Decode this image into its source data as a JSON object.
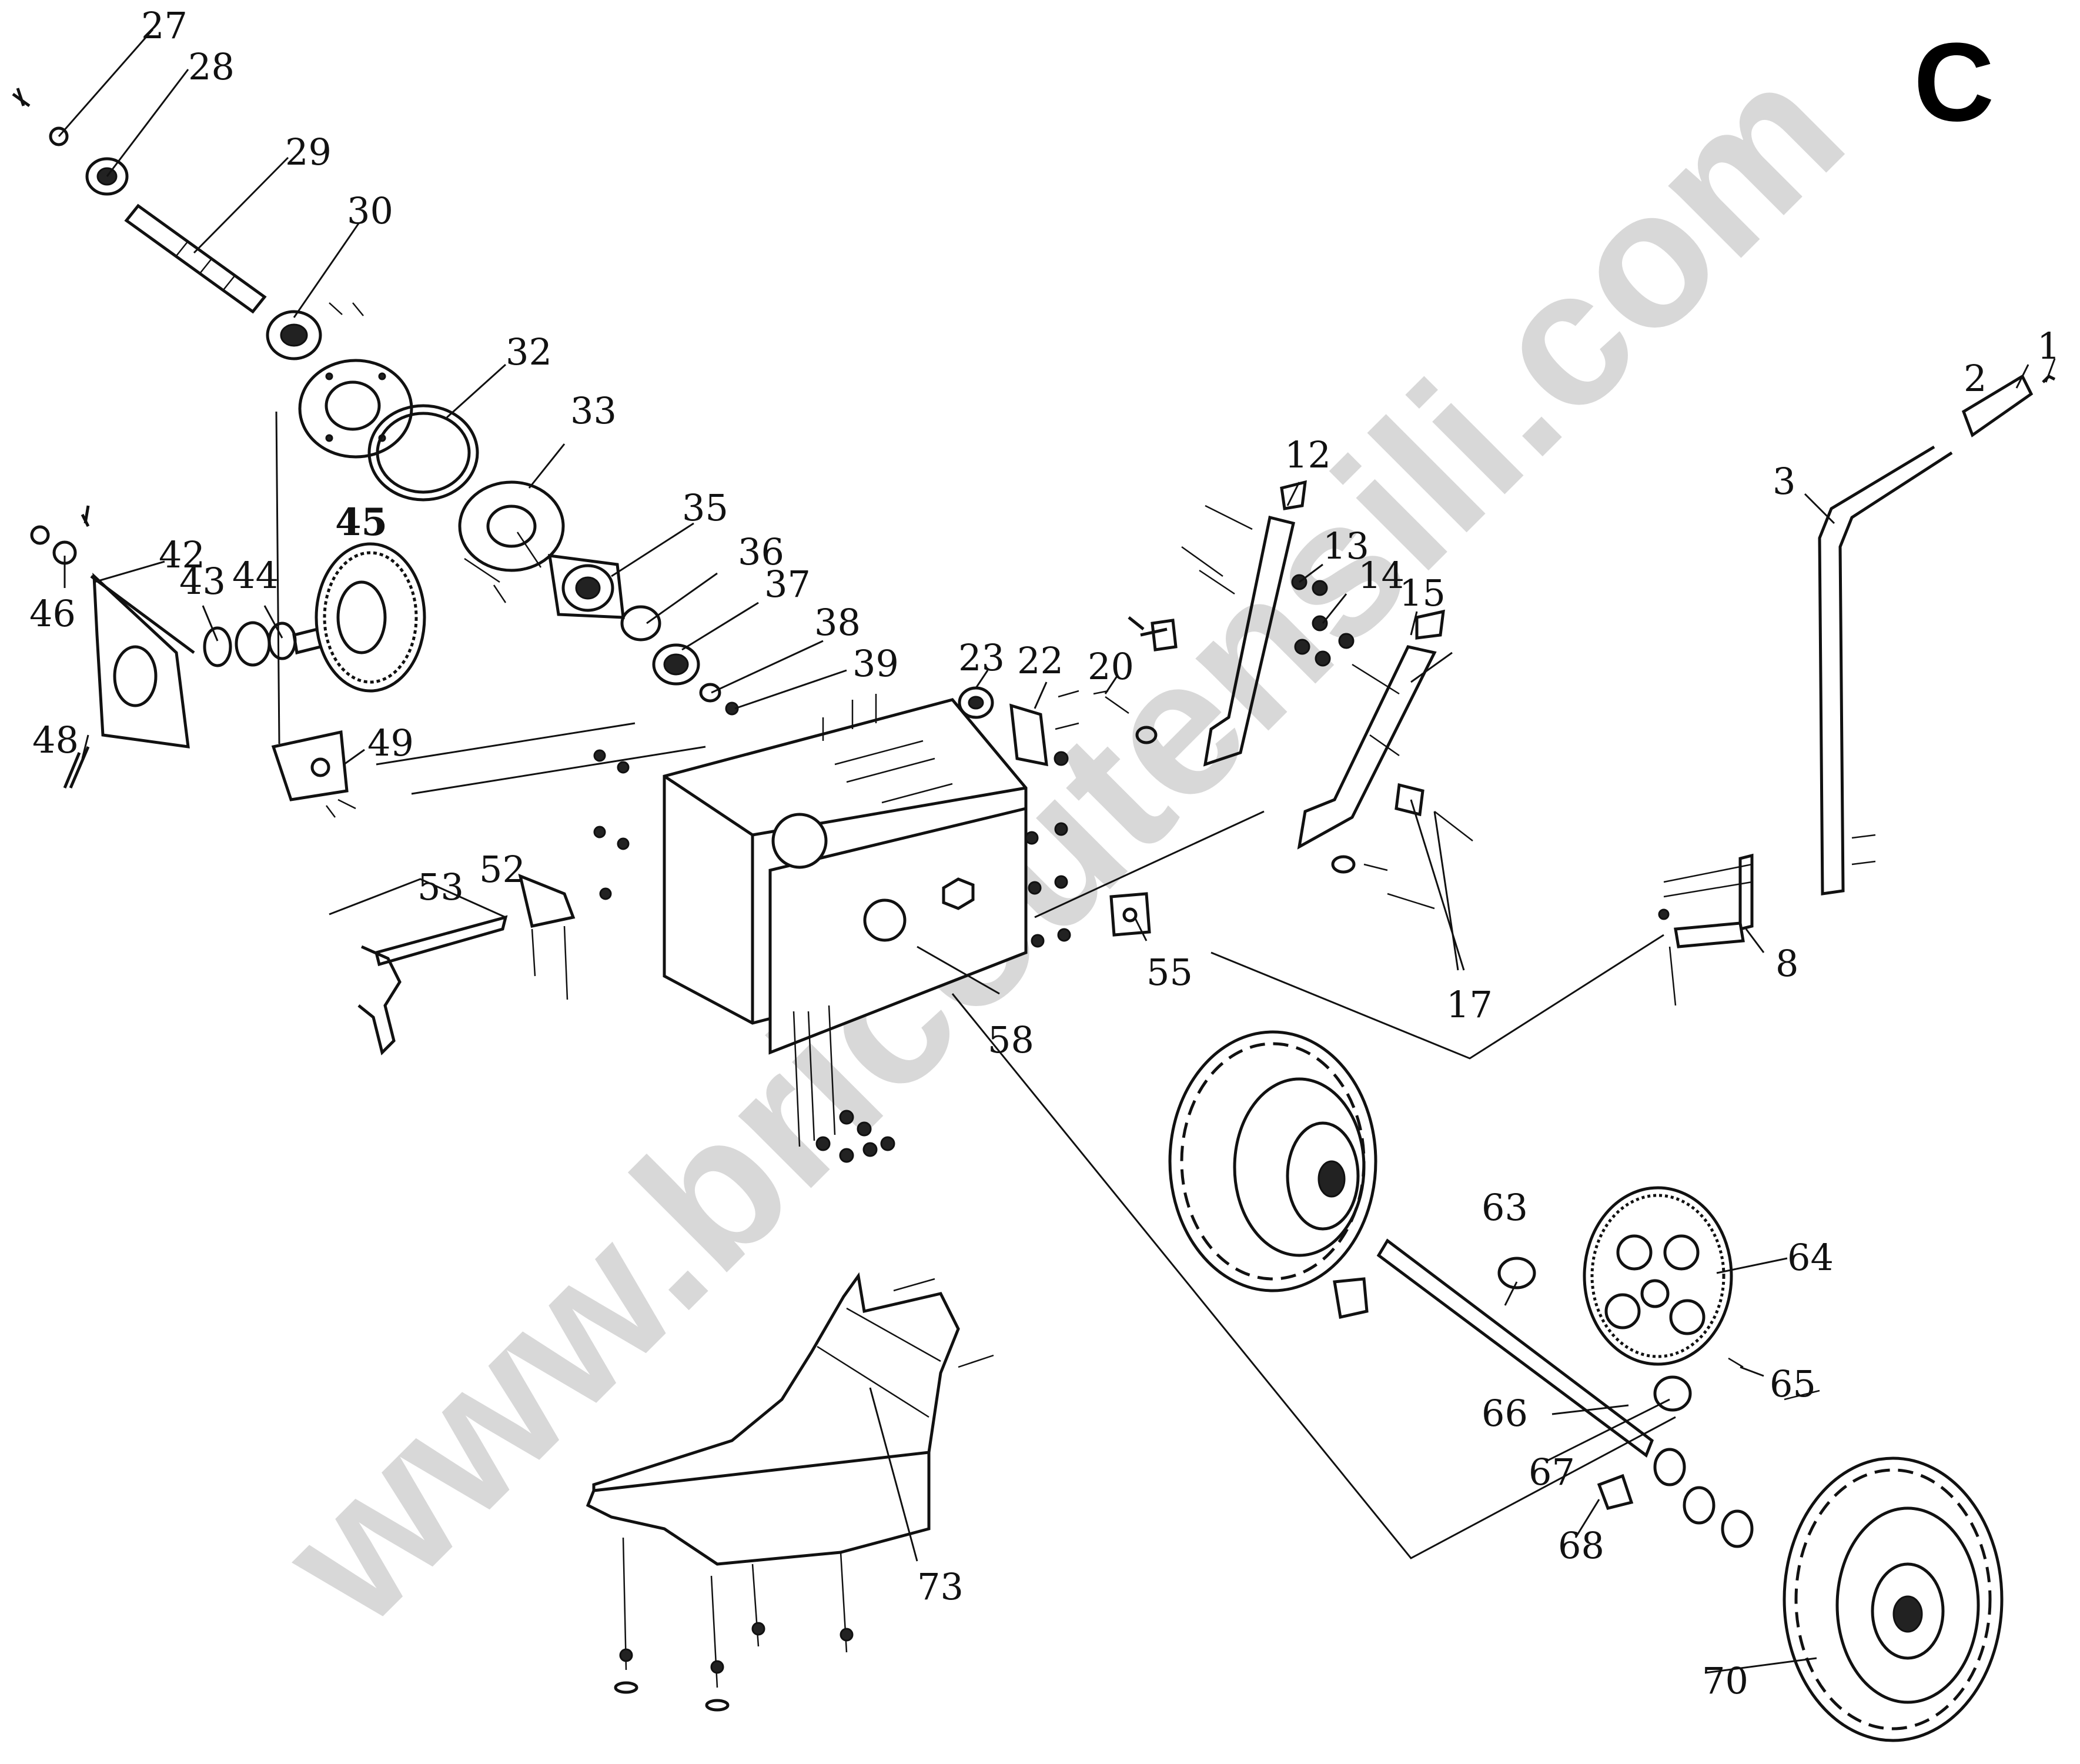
{
  "section_letter": "C",
  "watermark": "www.bricoutensili.com",
  "part_numbers": [
    {
      "id": "27",
      "text": "27"
    },
    {
      "id": "28",
      "text": "28"
    },
    {
      "id": "29",
      "text": "29"
    },
    {
      "id": "30",
      "text": "30"
    },
    {
      "id": "32",
      "text": "32"
    },
    {
      "id": "33",
      "text": "33"
    },
    {
      "id": "35",
      "text": "35"
    },
    {
      "id": "36",
      "text": "36"
    },
    {
      "id": "37",
      "text": "37"
    },
    {
      "id": "38",
      "text": "38"
    },
    {
      "id": "39",
      "text": "39"
    },
    {
      "id": "42",
      "text": "42"
    },
    {
      "id": "43",
      "text": "43"
    },
    {
      "id": "44",
      "text": "44"
    },
    {
      "id": "45",
      "text": "45"
    },
    {
      "id": "46",
      "text": "46"
    },
    {
      "id": "48",
      "text": "48"
    },
    {
      "id": "49",
      "text": "49"
    },
    {
      "id": "52",
      "text": "52"
    },
    {
      "id": "53",
      "text": "53"
    },
    {
      "id": "55",
      "text": "55"
    },
    {
      "id": "58",
      "text": "58"
    },
    {
      "id": "23",
      "text": "23"
    },
    {
      "id": "22",
      "text": "22"
    },
    {
      "id": "20",
      "text": "20"
    },
    {
      "id": "12",
      "text": "12"
    },
    {
      "id": "13",
      "text": "13"
    },
    {
      "id": "14",
      "text": "14"
    },
    {
      "id": "15",
      "text": "15"
    },
    {
      "id": "17",
      "text": "17"
    },
    {
      "id": "1",
      "text": "1"
    },
    {
      "id": "2",
      "text": "2"
    },
    {
      "id": "3",
      "text": "3"
    },
    {
      "id": "8",
      "text": "8"
    },
    {
      "id": "63",
      "text": "63"
    },
    {
      "id": "64",
      "text": "64"
    },
    {
      "id": "65",
      "text": "65"
    },
    {
      "id": "66",
      "text": "66"
    },
    {
      "id": "67",
      "text": "67"
    },
    {
      "id": "68",
      "text": "68"
    },
    {
      "id": "70",
      "text": "70"
    },
    {
      "id": "73",
      "text": "73"
    }
  ]
}
